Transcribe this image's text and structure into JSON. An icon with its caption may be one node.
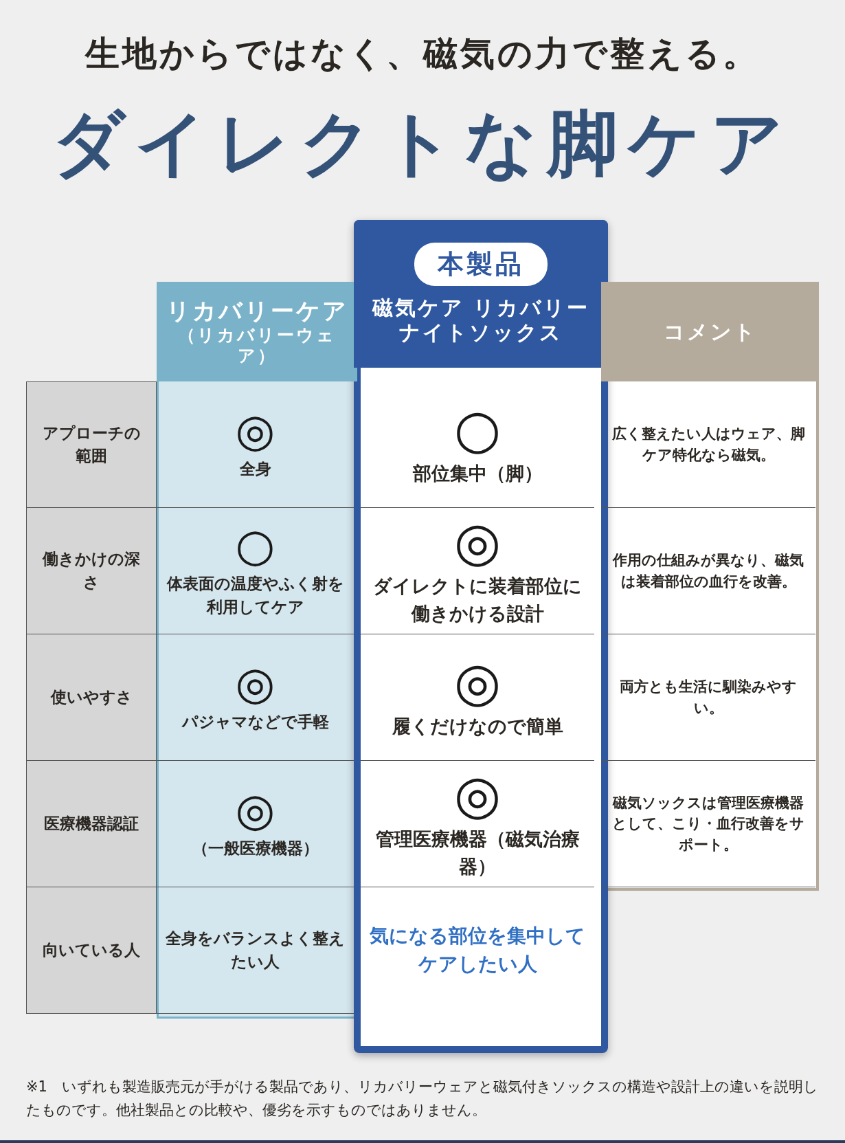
{
  "diagram": {
    "title": "ダイレクトな脚ケア",
    "caption": "※1　いずれも製造販売元が手がける製品であり、リカバリーウェアと磁気付きソックスの構造や設計上の違いを説明したものです。他社製品との比較や、優劣を示すものではありません。",
    "labels": [
      "生地からではなく、磁気の力で整える。",
      "リカバリーケア",
      "（リカバリーウェア）",
      "本製品",
      "磁気ケア リカバリーナイトソックス",
      "コメント",
      "アプローチの範囲",
      "◎",
      "全身",
      "○",
      "部位集中（脚）",
      "広く整えたい人はウェア、脚ケア特化なら磁気。",
      "働きかけの深さ",
      "○",
      "体表面の温度やふく射を利用してケア",
      "◎",
      "ダイレクトに装着部位に働きかける設計",
      "作用の仕組みが異なり、磁気は装着部位の血行を改善。",
      "使いやすさ",
      "◎",
      "パジャマなどで手軽",
      "◎",
      "履くだけなので簡単",
      "両方とも生活に馴染みやすい。",
      "医療機器認証",
      "◎",
      "（一般医療機器）",
      "◎",
      "管理医療機器（磁気治療器）",
      "磁気ソックスは管理医療機器として、こり・血行改善をサポート。",
      "向いている人",
      "全身をバランスよく整えたい人",
      "気になる部位を集中してケアしたい人"
    ]
  }
}
